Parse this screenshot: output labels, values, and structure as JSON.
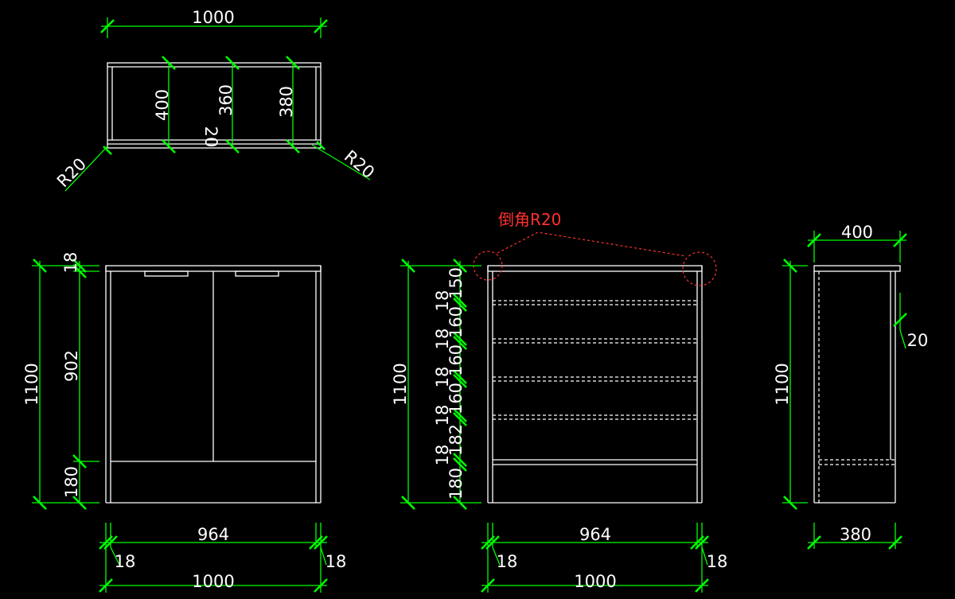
{
  "plan": {
    "width": "1000",
    "depth_left": "400",
    "depth_mid": "360",
    "depth_right": "380",
    "back_thickness": "20",
    "radius_left": "R20",
    "radius_right": "R20"
  },
  "front": {
    "top_thk": "18",
    "total_height": "1100",
    "door_height": "902",
    "plinth_height": "180",
    "inner_width": "964",
    "side_left": "18",
    "side_right": "18",
    "total_width": "1000"
  },
  "section": {
    "note": "倒角R20",
    "total_height": "1100",
    "seg_150": "150",
    "seg_160a": "160",
    "seg_160b": "160",
    "seg_160c": "160",
    "seg_182": "182",
    "seg_180": "180",
    "shelf_a": "18",
    "shelf_b": "18",
    "shelf_c": "18",
    "shelf_d": "18",
    "shelf_e": "18",
    "inner_width": "964",
    "side_left": "18",
    "side_right": "18",
    "total_width": "1000"
  },
  "side": {
    "depth_top": "400",
    "total_height": "1100",
    "offset": "20",
    "depth_bottom": "380"
  },
  "colors": {
    "background": "#000000",
    "geometry": "#ffffff",
    "dimension": "#00ff00",
    "annotation": "#ff3030"
  }
}
